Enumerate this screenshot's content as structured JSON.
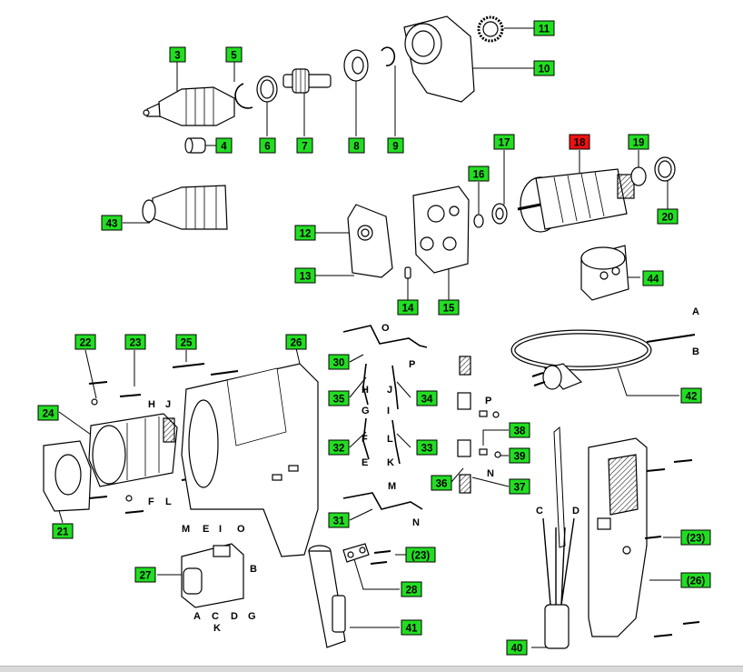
{
  "colors": {
    "callout_green": "#22dd22",
    "callout_red": "#ee1111",
    "ink": "#000000",
    "rule": "#d9d9d9"
  },
  "callouts": {
    "c3": "3",
    "c5": "5",
    "c4": "4",
    "c6": "6",
    "c7": "7",
    "c8": "8",
    "c9": "9",
    "c10": "10",
    "c11": "11",
    "c43": "43",
    "c12": "12",
    "c13": "13",
    "c14": "14",
    "c15": "15",
    "c16": "16",
    "c17": "17",
    "c18": "18",
    "c19": "19",
    "c20": "20",
    "c44": "44",
    "c22": "22",
    "c23a": "23",
    "c25": "25",
    "c26": "26",
    "c24": "24",
    "c21": "21",
    "c27": "27",
    "c30": "30",
    "c35": "35",
    "c34": "34",
    "c32": "32",
    "c33": "33",
    "c31": "31",
    "c38": "38",
    "c39": "39",
    "c36": "36",
    "c37": "37",
    "c42": "42",
    "c23b": "(23)",
    "c28": "28",
    "c41": "41",
    "c23c": "(23)",
    "c26b": "(26)",
    "c40": "40"
  },
  "letters": {
    "A": "A",
    "B": "B",
    "C": "C",
    "D": "D",
    "E": "E",
    "F": "F",
    "G": "G",
    "H": "H",
    "I": "I",
    "J": "J",
    "K": "K",
    "L": "L",
    "M": "M",
    "N": "N",
    "O": "O",
    "P": "P"
  }
}
